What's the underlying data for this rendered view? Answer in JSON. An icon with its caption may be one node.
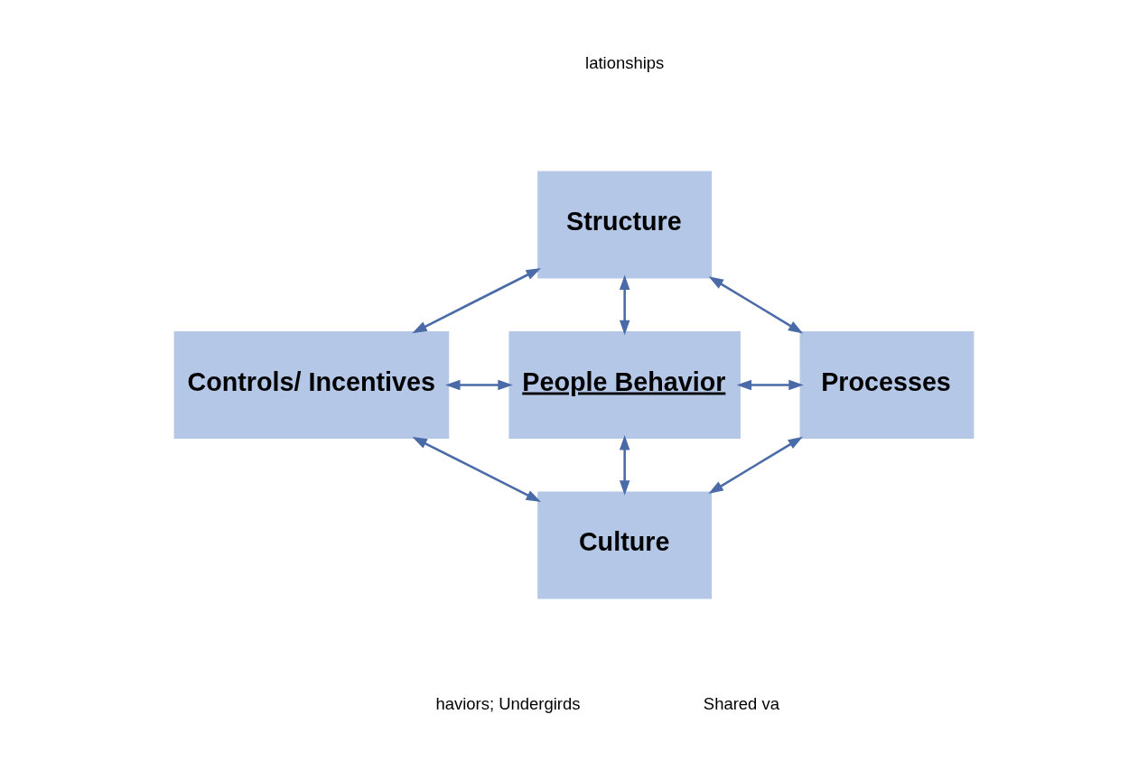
{
  "diagram": {
    "nodes": [
      {
        "text": [
          "Structure"
        ]
      },
      {
        "text": [
          "Controls/ Incentives"
        ]
      },
      {
        "text": [
          "People Behavior"
        ]
      },
      {
        "text": [
          "Processes"
        ]
      },
      {
        "text": [
          "Culture"
        ]
      }
    ],
    "edges": [
      {
        "from": 0,
        "to": 1,
        "arrow": "both"
      },
      {
        "from": 0,
        "to": 3,
        "arrow": "both"
      },
      {
        "from": 0,
        "to": 2,
        "arrow": "both"
      },
      {
        "from": 1,
        "to": 2,
        "arrow": "both"
      },
      {
        "from": 2,
        "to": 3,
        "arrow": "both"
      },
      {
        "from": 2,
        "to": 4,
        "arrow": "both"
      },
      {
        "from": 1,
        "to": 4,
        "arrow": "both"
      },
      {
        "from": 3,
        "to": 4,
        "arrow": "both"
      }
    ],
    "labels": [
      "lationships",
      "haviors; Undergirds",
      "Shared va"
    ]
  }
}
